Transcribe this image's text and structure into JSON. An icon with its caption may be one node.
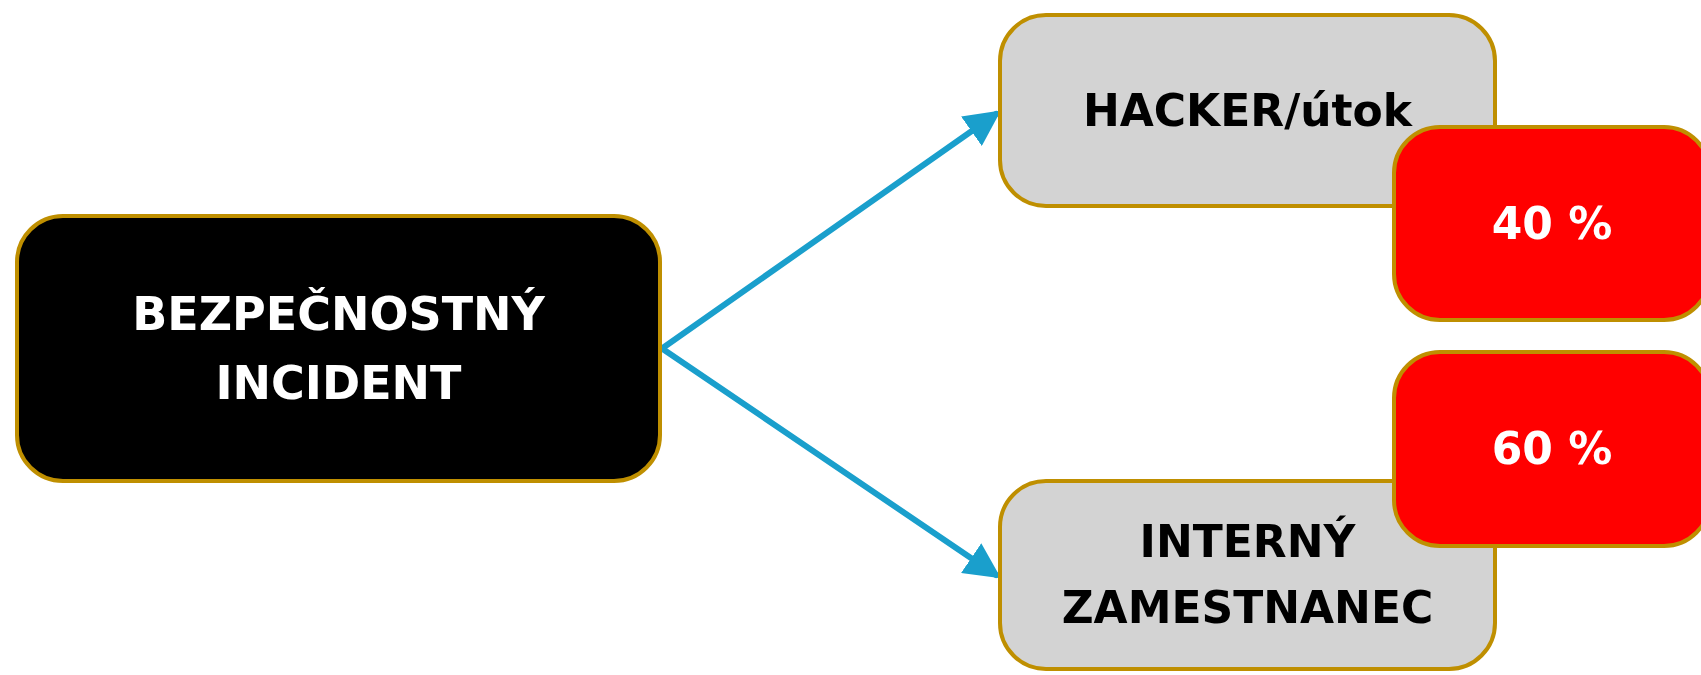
{
  "diagram": {
    "nodes": [
      {
        "text": [
          "BEZPEČNOSTNÝ INCIDENT"
        ]
      },
      {
        "text": [
          "HACKER/útok"
        ]
      },
      {
        "text": [
          "40 %"
        ]
      },
      {
        "text": [
          "60 %"
        ]
      },
      {
        "text": [
          "INTERNÝ ZAMESTNANEC"
        ]
      }
    ],
    "edges": [
      {
        "from": 0,
        "to": 1,
        "arrow": "to"
      },
      {
        "from": 0,
        "to": 4,
        "arrow": "to"
      }
    ]
  }
}
